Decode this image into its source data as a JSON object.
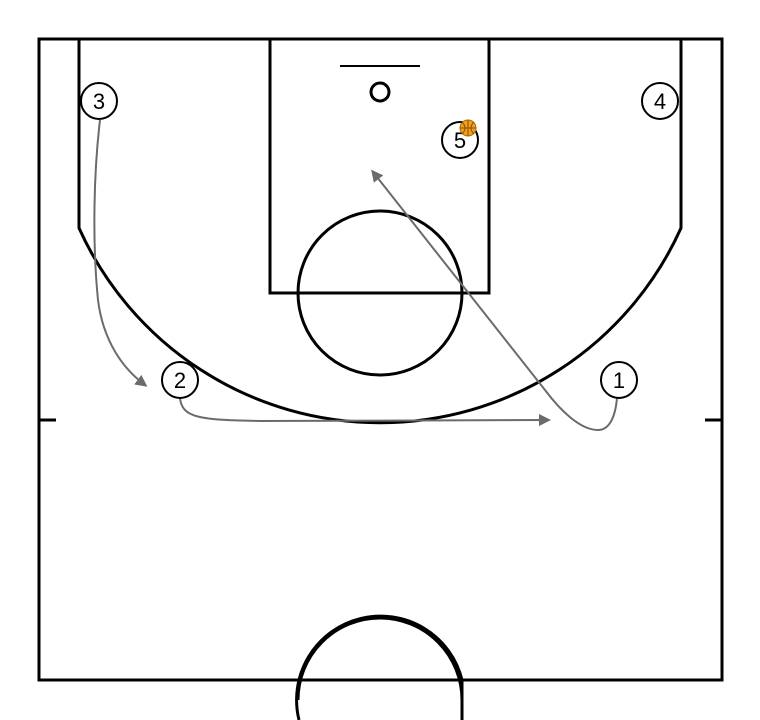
{
  "players": [
    {
      "id": "player-1",
      "label": "1"
    },
    {
      "id": "player-2",
      "label": "2"
    },
    {
      "id": "player-3",
      "label": "3"
    },
    {
      "id": "player-4",
      "label": "4"
    },
    {
      "id": "player-5",
      "label": "5"
    }
  ],
  "ball_holder": "5",
  "colors": {
    "court_lines": "#000000",
    "movement_lines": "#6b6b6b",
    "ball": "#f0a020",
    "background": "#ffffff"
  },
  "icons": {
    "ball": "basketball-icon"
  }
}
